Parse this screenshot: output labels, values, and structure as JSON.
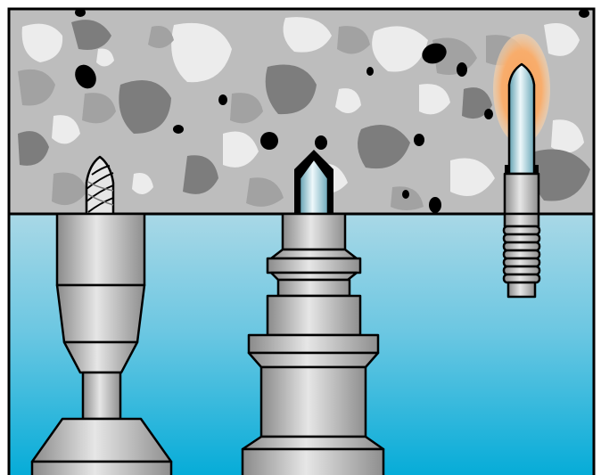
{
  "figure": {
    "panels": [
      "concrete-block",
      "water-region"
    ],
    "tools": [
      "twist-drill-bit",
      "pointed-core-bit",
      "heated-threaded-anchor"
    ],
    "colors": {
      "concrete_light": "#bdbdbd",
      "aggregate_dark": "#7a7a7a",
      "aggregate_mid": "#9a9a9a",
      "aggregate_white": "#ececec",
      "void_black": "#000000",
      "water_top": "#a7d7e6",
      "water_bottom": "#0aaed9",
      "steel_light": "#e4e4e4",
      "steel_dark": "#8c8c8c",
      "tip_light": "#e7f5f9",
      "tip_dark": "#5c9fb1",
      "glow": "#f6a15a"
    }
  }
}
